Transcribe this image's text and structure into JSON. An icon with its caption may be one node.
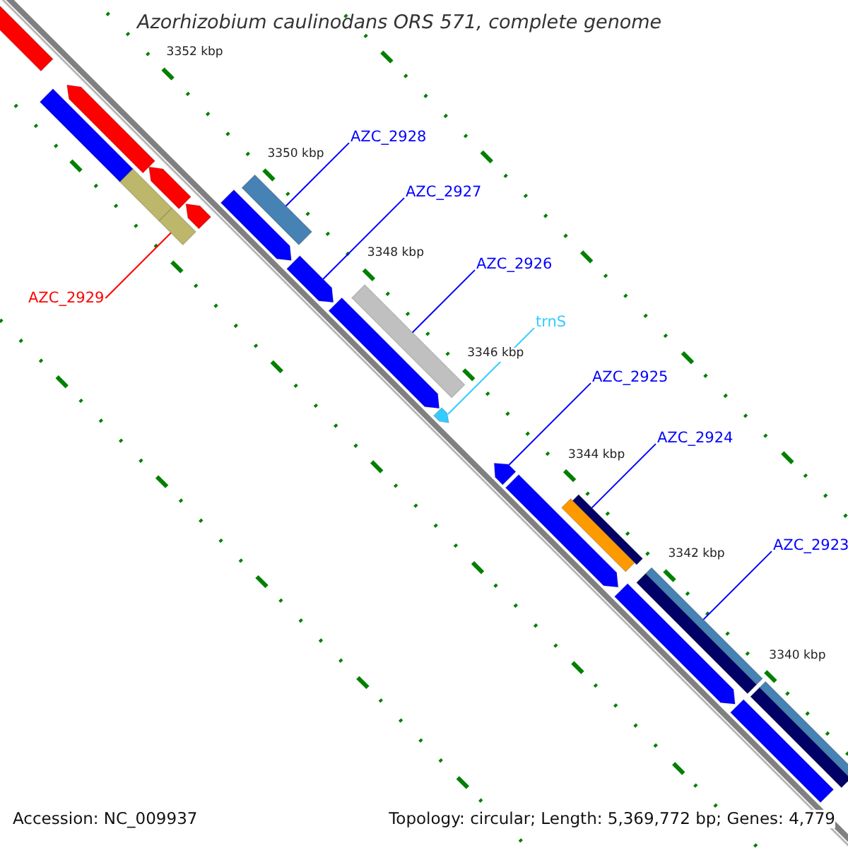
{
  "diagram": {
    "title": "Azorhizobium caulinodans ORS 571, complete genome",
    "nodes": [
      {
        "text": [
          "AZC_2928"
        ]
      },
      {
        "text": [
          "AZC_2927"
        ]
      },
      {
        "text": [
          "AZC_2926"
        ]
      },
      {
        "text": [
          "trnS"
        ]
      },
      {
        "text": [
          "AZC_2925"
        ]
      },
      {
        "text": [
          "AZC_2924"
        ]
      },
      {
        "text": [
          "AZC_2923"
        ]
      },
      {
        "text": [
          "AZC_2929"
        ]
      },
      {
        "text": [],
        "shape": "bar"
      },
      {
        "text": [],
        "shape": "bar"
      },
      {
        "text": [],
        "shape": "bar"
      },
      {
        "text": [],
        "shape": "bar"
      },
      {
        "text": [],
        "shape": "bar"
      },
      {
        "text": [],
        "shape": "bar"
      },
      {
        "text": [],
        "shape": "bar"
      },
      {
        "text": [],
        "shape": "bar"
      },
      {
        "text": [],
        "shape": "bar"
      },
      {
        "text": [],
        "shape": "bar"
      },
      {
        "text": [],
        "shape": "bar"
      },
      {
        "text": [],
        "shape": "bar"
      },
      {
        "text": [],
        "shape": "bar"
      },
      {
        "text": [],
        "shape": "bar"
      },
      {
        "text": [],
        "shape": "bar"
      },
      {
        "text": [],
        "shape": "bar"
      },
      {
        "text": [],
        "shape": "bar"
      },
      {
        "text": [],
        "shape": "bar"
      },
      {
        "text": [],
        "shape": "bar"
      },
      {
        "text": [],
        "shape": "bar"
      }
    ],
    "edges": [
      {
        "from": 0,
        "to": 8,
        "arrow": "none"
      },
      {
        "from": 1,
        "to": 9,
        "arrow": "none"
      },
      {
        "from": 2,
        "to": 10,
        "arrow": "none"
      },
      {
        "from": 3,
        "to": 11,
        "arrow": "none",
        "color": "#33ccff"
      },
      {
        "from": 4,
        "to": 12,
        "arrow": "none"
      },
      {
        "from": 5,
        "to": 13,
        "arrow": "none"
      },
      {
        "from": 6,
        "to": 14,
        "arrow": "none"
      },
      {
        "from": 7,
        "to": 15,
        "arrow": "none",
        "color": "#ff0000"
      }
    ],
    "labels": [
      "3352 kbp",
      "3350 kbp",
      "3348 kbp",
      "3346 kbp",
      "3344 kbp",
      "3342 kbp",
      "3340 kbp",
      "Accession: NC_009937",
      "Topology: circular; Length: 5,369,772 bp; Genes: 4,779"
    ]
  }
}
